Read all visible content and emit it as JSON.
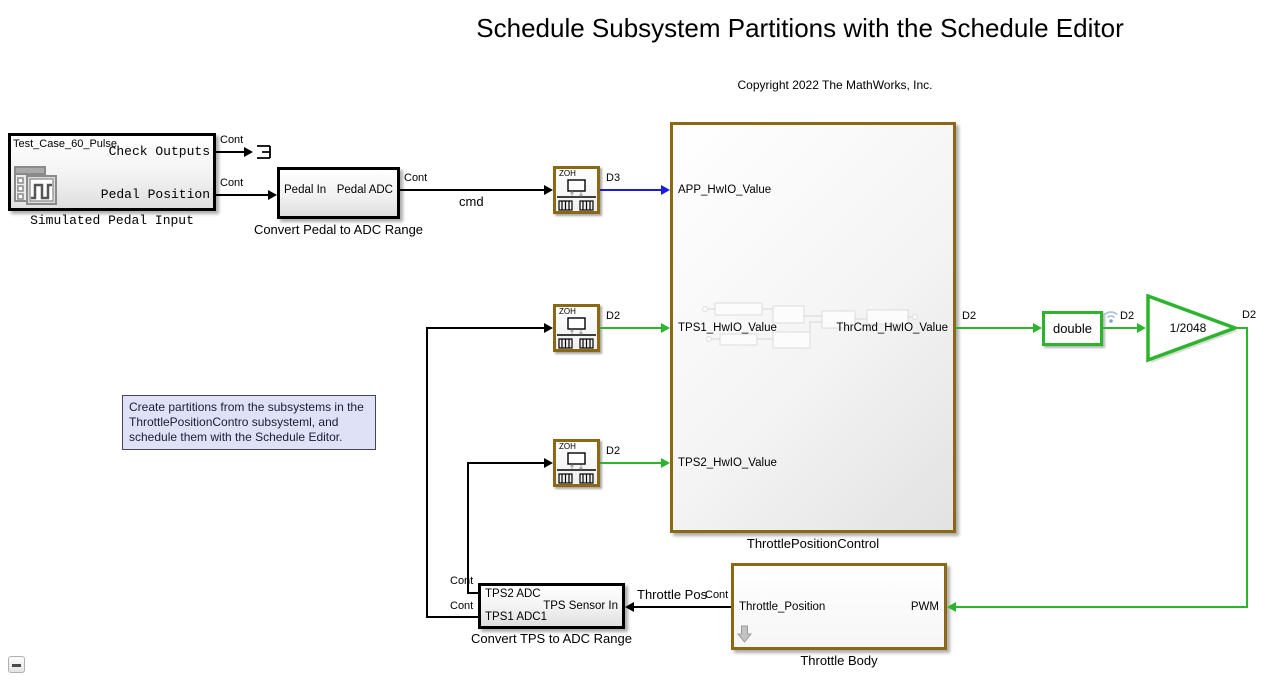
{
  "header": {
    "title": "Schedule Subsystem Partitions with the Schedule Editor",
    "copyright": "Copyright 2022 The MathWorks, Inc."
  },
  "rates": {
    "cont": "Cont",
    "d2": "D2",
    "d3": "D3"
  },
  "signals": {
    "cmd": "cmd",
    "throttle_pos": "Throttle Pos"
  },
  "blocks": {
    "pedal_input": {
      "tag": "Test_Case_60_Pulse",
      "port_check": "Check Outputs",
      "port_pedal": "Pedal Position",
      "caption": "Simulated Pedal Input"
    },
    "convert_pedal": {
      "port_in": "Pedal In",
      "port_out": "Pedal ADC",
      "caption": "Convert Pedal to ADC Range"
    },
    "zoh": {
      "label": "ZOH"
    },
    "tpc": {
      "port_app": "APP_HwIO_Value",
      "port_tps1": "TPS1_HwIO_Value",
      "port_tps2": "TPS2_HwIO_Value",
      "port_thrcmd": "ThrCmd_HwIO_Value",
      "caption": "ThrottlePositionControl"
    },
    "convert_tps": {
      "port_tps2": "TPS2 ADC",
      "port_tps1": "TPS1 ADC1",
      "port_sensor": "TPS Sensor In",
      "caption": "Convert TPS to ADC Range"
    },
    "throttle_body": {
      "port_pos": "Throttle_Position",
      "port_pwm": "PWM",
      "caption": "Throttle Body"
    },
    "datatype": {
      "label": "double"
    },
    "gain": {
      "label": "1/2048"
    }
  },
  "annotation": {
    "lines": [
      "Create partitions from the subsystems in the",
      "ThrottlePositionContro subsysteml, and",
      "schedule them with the Schedule Editor."
    ]
  },
  "colors": {
    "d2_green": "#2CB52C",
    "d3_blue": "#1A1AE6",
    "hybrid_border": "#8B6914",
    "annotation_bg": "#DFE2F7"
  }
}
